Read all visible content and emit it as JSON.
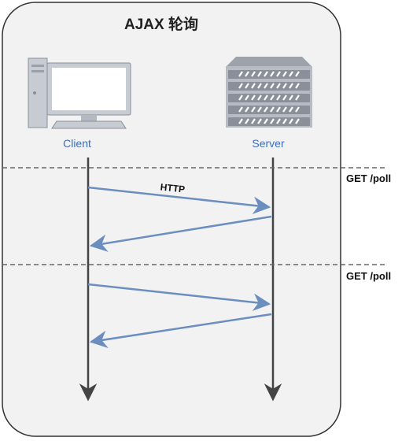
{
  "diagram": {
    "title": "AJAX 轮询",
    "participants": {
      "client": {
        "label": "Client",
        "icon": "desktop-computer-icon"
      },
      "server": {
        "label": "Server",
        "icon": "server-rack-icon"
      }
    },
    "rounds": [
      {
        "label": "GET /poll",
        "request_label": "HTTP"
      },
      {
        "label": "GET /poll",
        "request_label": ""
      }
    ],
    "colors": {
      "panel_fill": "#f2f2f2",
      "panel_stroke": "#333333",
      "arrow": "#6c8ebf",
      "lifeline": "#444444",
      "label_blue": "#3a6fc4",
      "divider": "#666666"
    }
  }
}
